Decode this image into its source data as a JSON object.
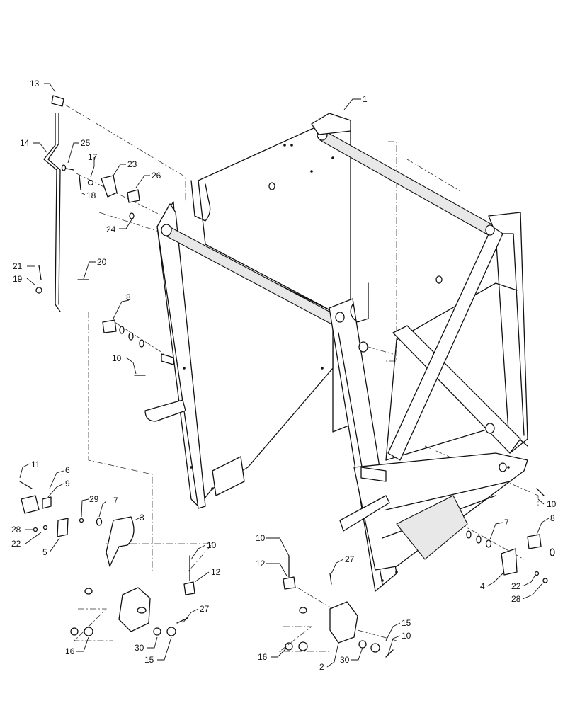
{
  "callouts": [
    {
      "id": "c1",
      "label": "1"
    },
    {
      "id": "c13",
      "label": "13"
    },
    {
      "id": "c14",
      "label": "14"
    },
    {
      "id": "c25",
      "label": "25"
    },
    {
      "id": "c17",
      "label": "17"
    },
    {
      "id": "c18",
      "label": "18"
    },
    {
      "id": "c23",
      "label": "23"
    },
    {
      "id": "c26",
      "label": "26"
    },
    {
      "id": "c24",
      "label": "24"
    },
    {
      "id": "c21",
      "label": "21"
    },
    {
      "id": "c19",
      "label": "19"
    },
    {
      "id": "c20",
      "label": "20"
    },
    {
      "id": "c8a",
      "label": "8"
    },
    {
      "id": "c10a",
      "label": "10"
    },
    {
      "id": "c11",
      "label": "11"
    },
    {
      "id": "c6",
      "label": "6"
    },
    {
      "id": "c9",
      "label": "9"
    },
    {
      "id": "c29",
      "label": "29"
    },
    {
      "id": "c7a",
      "label": "7"
    },
    {
      "id": "c3",
      "label": "3"
    },
    {
      "id": "c28a",
      "label": "28"
    },
    {
      "id": "c22a",
      "label": "22"
    },
    {
      "id": "c5",
      "label": "5"
    },
    {
      "id": "c10b",
      "label": "10"
    },
    {
      "id": "c12a",
      "label": "12"
    },
    {
      "id": "c27a",
      "label": "27"
    },
    {
      "id": "c16a",
      "label": "16"
    },
    {
      "id": "c30a",
      "label": "30"
    },
    {
      "id": "c15a",
      "label": "15"
    },
    {
      "id": "c10c",
      "label": "10"
    },
    {
      "id": "c12b",
      "label": "12"
    },
    {
      "id": "c27b",
      "label": "27"
    },
    {
      "id": "c16b",
      "label": "16"
    },
    {
      "id": "c2",
      "label": "2"
    },
    {
      "id": "c30b",
      "label": "30"
    },
    {
      "id": "c15b",
      "label": "15"
    },
    {
      "id": "c10d",
      "label": "10"
    },
    {
      "id": "c10e",
      "label": "10"
    },
    {
      "id": "c7b",
      "label": "7"
    },
    {
      "id": "c8b",
      "label": "8"
    },
    {
      "id": "c4",
      "label": "4"
    },
    {
      "id": "c22b",
      "label": "22"
    },
    {
      "id": "c28b",
      "label": "28"
    }
  ]
}
